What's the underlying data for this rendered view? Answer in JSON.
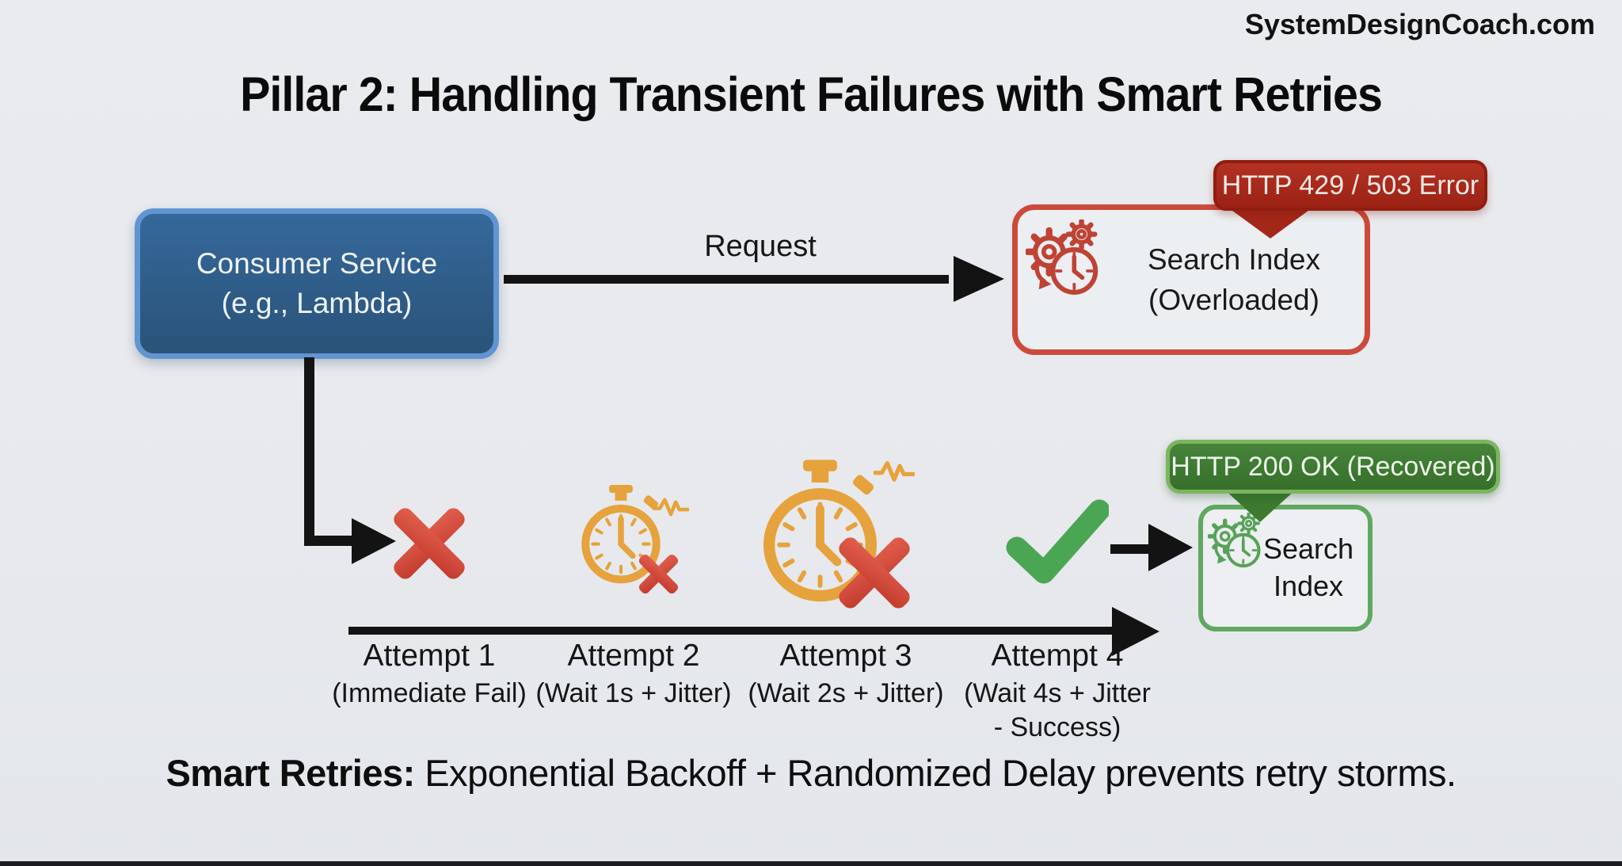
{
  "watermark": "SystemDesignCoach.com",
  "title": "Pillar 2: Handling Transient Failures with Smart Retries",
  "consumer_box": {
    "line1": "Consumer Service",
    "line2": "(e.g., Lambda)"
  },
  "request_label": "Request",
  "overloaded_box": {
    "line1": "Search Index",
    "line2": "(Overloaded)"
  },
  "error_badge": "HTTP 429 / 503 Error",
  "success_badge": "HTTP 200 OK (Recovered)",
  "recovered_box": {
    "line1": "Search",
    "line2": "Index"
  },
  "attempts": [
    {
      "label": "Attempt 1",
      "sub": "(Immediate Fail)"
    },
    {
      "label": "Attempt 2",
      "sub": "(Wait 1s + Jitter)"
    },
    {
      "label": "Attempt 3",
      "sub": "(Wait 2s + Jitter)"
    },
    {
      "label": "Attempt 4",
      "sub": "(Wait 4s + Jitter",
      "sub2": "- Success)"
    }
  ],
  "caption": {
    "bold": "Smart Retries:",
    "rest": " Exponential Backoff + Randomized Delay prevents retry storms."
  },
  "icons": {
    "overloaded_service": "gears-clock-icon",
    "recovered_service": "gears-clock-icon",
    "attempt1": "fail-x-icon",
    "attempt2": "stopwatch-jitter-fail-icon",
    "attempt3": "stopwatch-jitter-fail-icon-large",
    "attempt4": "success-check-icon"
  },
  "colors": {
    "background": "#e8eaed",
    "consumer_fill": "#2f5f8f",
    "consumer_border": "#6095d2",
    "error_red": "#cc4a3b",
    "error_badge_fill": "#a72a1c",
    "success_green": "#4ba653",
    "success_border": "#60a861",
    "success_badge_fill": "#3d7a30",
    "stopwatch_orange": "#e6a23c",
    "fail_x_red": "#d14a3a",
    "arrow_black": "#131313"
  }
}
